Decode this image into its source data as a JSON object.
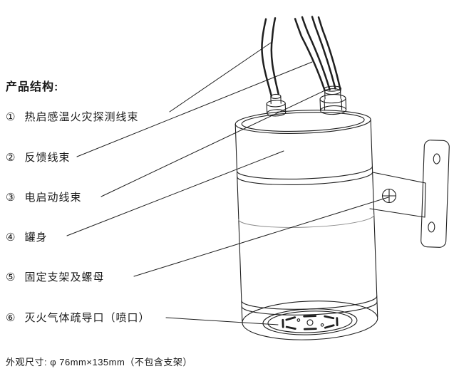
{
  "title": "产品结构:",
  "parts": [
    {
      "num": "①",
      "label": "热启感温火灾探测线束"
    },
    {
      "num": "②",
      "label": "反馈线束"
    },
    {
      "num": "③",
      "label": "电启动线束"
    },
    {
      "num": "④",
      "label": "罐身"
    },
    {
      "num": "⑤",
      "label": "固定支架及螺母"
    },
    {
      "num": "⑥",
      "label": "灭火气体疏导口（喷口）"
    }
  ],
  "footer": "外观尺寸: φ 76mm×135mm（不包含支架）",
  "dimensions": {
    "diameter": "φ 76mm",
    "height": "135mm",
    "note": "不包含支架"
  },
  "colors": {
    "ink": "#1a1a1a",
    "background": "#ffffff"
  }
}
